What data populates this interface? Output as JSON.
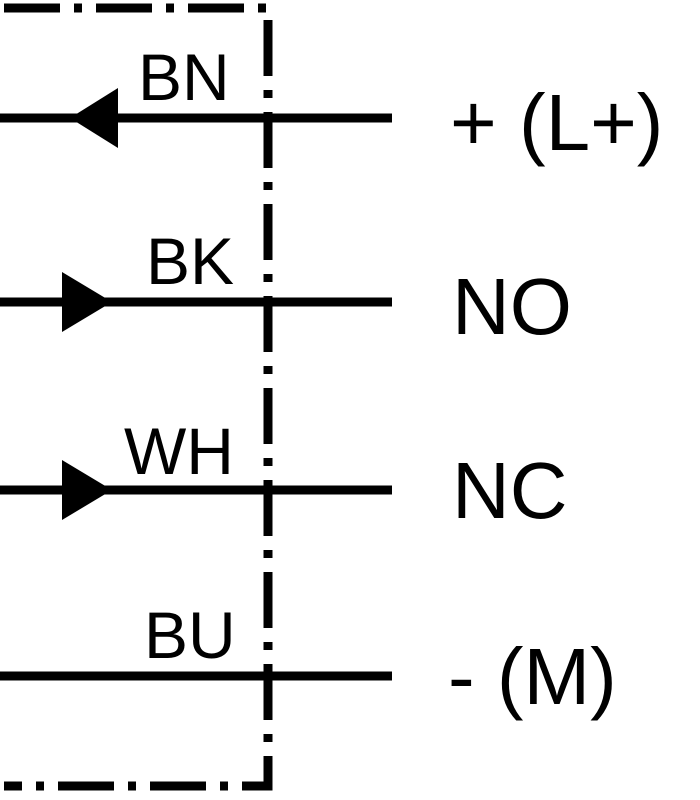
{
  "diagram": {
    "stroke_color": "#000000",
    "background_color": "#ffffff",
    "wires": [
      {
        "code": "BN",
        "terminal": "+ (L+)",
        "arrow": "left"
      },
      {
        "code": "BK",
        "terminal": "NO",
        "arrow": "right"
      },
      {
        "code": "WH",
        "terminal": "NC",
        "arrow": "right"
      },
      {
        "code": "BU",
        "terminal": "- (M)",
        "arrow": "none"
      }
    ]
  }
}
